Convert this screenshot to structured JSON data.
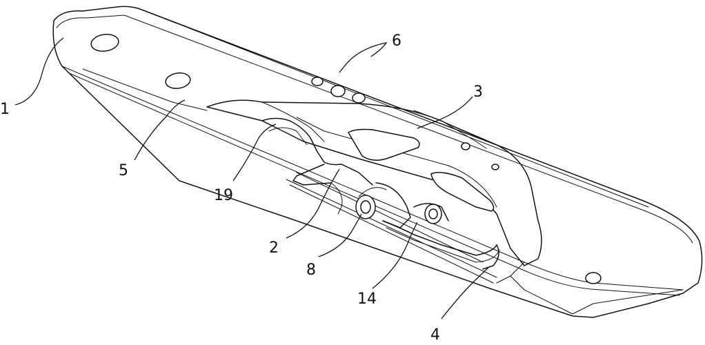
{
  "labels": {
    "l1": "1",
    "l2": "2",
    "l3": "3",
    "l4": "4",
    "l5": "5",
    "l6": "6",
    "l8": "8",
    "l14": "14",
    "l19": "19"
  },
  "colors": {
    "line": "#111111",
    "background": "#ffffff"
  }
}
